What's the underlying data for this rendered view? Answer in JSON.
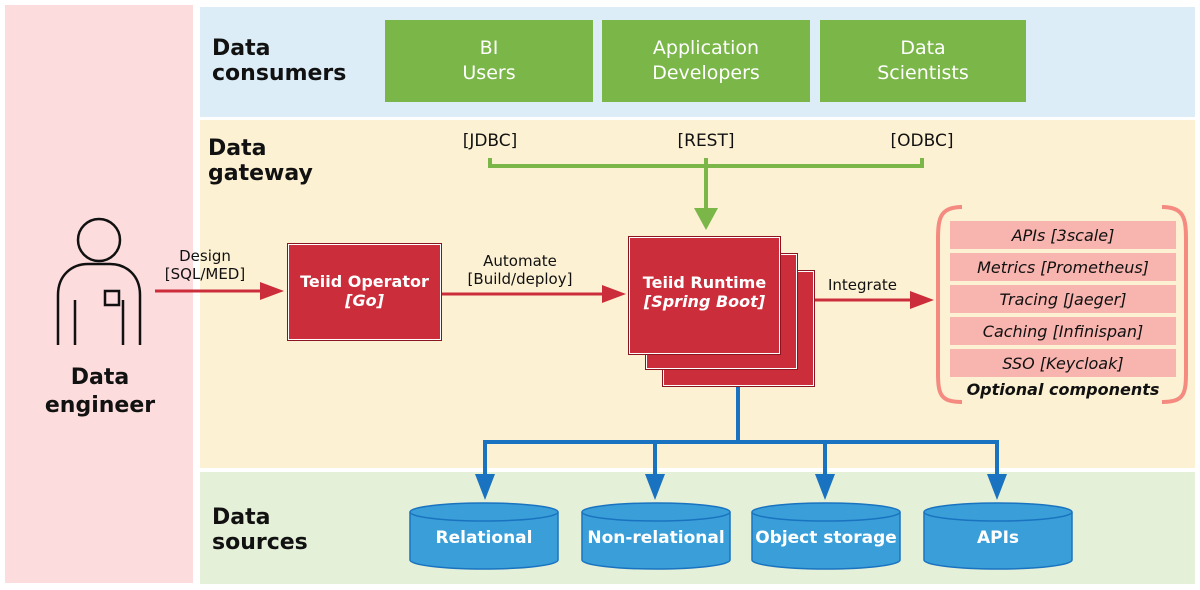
{
  "engineer": {
    "label": "Data\nengineer"
  },
  "bands": {
    "consumers": "Data\nconsumers",
    "gateway": "Data\ngateway",
    "sources": "Data\nsources"
  },
  "consumers": [
    {
      "label": "BI\nUsers",
      "protocol": "[JDBC]"
    },
    {
      "label": "Application\nDevelopers",
      "protocol": "[REST]"
    },
    {
      "label": "Data\nScientists",
      "protocol": "[ODBC]"
    }
  ],
  "edges": {
    "design": "Design\n[SQL/MED]",
    "automate": "Automate\n[Build/deploy]",
    "integrate": "Integrate"
  },
  "operator": {
    "title": "Teiid Operator",
    "subtitle": "[Go]"
  },
  "runtime": {
    "title": "Teiid Runtime",
    "subtitle": "[Spring Boot]"
  },
  "optional": {
    "items": [
      "APIs [3scale]",
      "Metrics [Prometheus]",
      "Tracing [Jaeger]",
      "Caching [Infinispan]",
      "SSO [Keycloak]"
    ],
    "caption": "Optional components"
  },
  "sources": [
    "Relational",
    "Non-relational",
    "Object storage",
    "APIs"
  ],
  "colors": {
    "consumer_green": "#7ab648",
    "gateway_red": "#cc2d3b",
    "source_blue": "#3a9fd8",
    "connector_blue": "#1a73c0",
    "optional_pink": "#f8b4ae"
  }
}
